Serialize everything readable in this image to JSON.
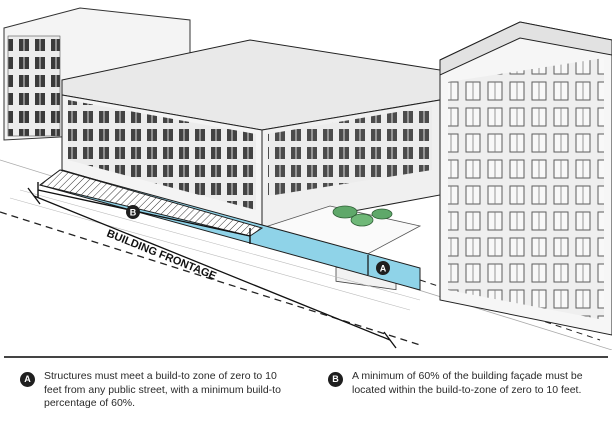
{
  "diagram": {
    "frontage_label": "BUILDING FRONTAGE",
    "marker_a": "A",
    "marker_b": "B"
  },
  "legend": [
    {
      "badge": "A",
      "text": "Structures must meet a build-to zone of zero to 10 feet from any public street, with a minimum build-to percentage of 60%."
    },
    {
      "badge": "B",
      "text": "A minimum of 60% of the building façade must be located within the build-to-zone of zero to 10 feet."
    }
  ],
  "colors": {
    "build_to_zone": "#8fd3e8",
    "linework": "#1e1e1e",
    "building_fill": "#f4f4f4",
    "window": "#3a3a3a"
  }
}
